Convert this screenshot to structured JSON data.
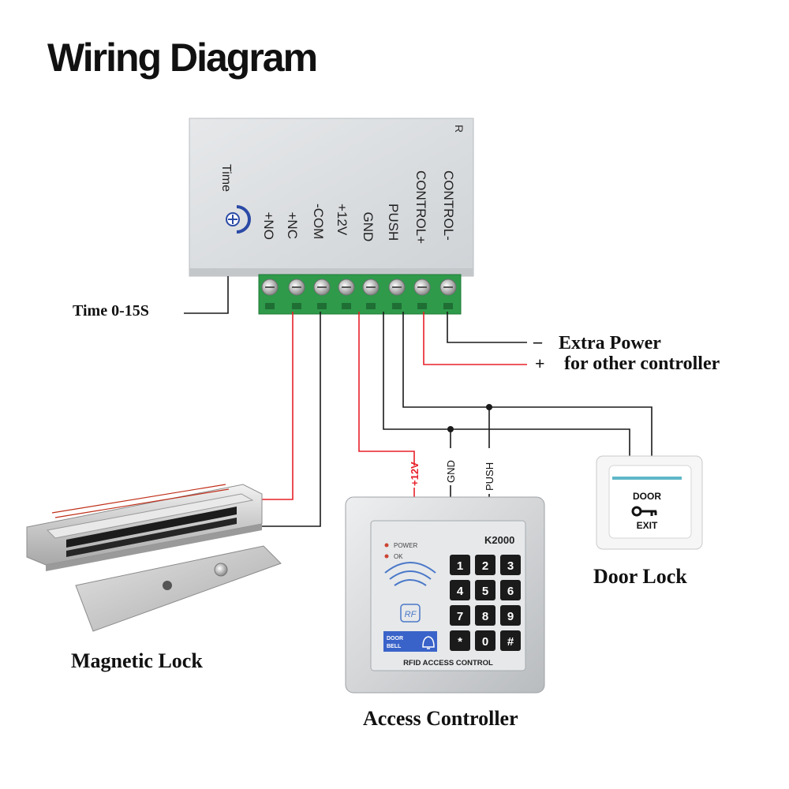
{
  "title": "Wiring Diagram",
  "power_supply": {
    "time_label": "Time",
    "terminals": [
      "+NO",
      "+NC",
      "-COM",
      "+12V",
      "GND",
      "PUSH",
      "CONTROL+",
      "CONTROL-"
    ],
    "edge_glyph": "R"
  },
  "labels": {
    "time_range": "Time  0-15S",
    "extra_power_minus": "–",
    "extra_power_plus": "+",
    "extra_power_line1": "Extra Power",
    "extra_power_line2": "for other controller",
    "wire_12v": "+12V",
    "wire_gnd": "GND",
    "wire_push": "PUSH"
  },
  "door_button": {
    "top_text": "DOOR",
    "bottom_text": "EXIT",
    "caption": "Door Lock"
  },
  "access_controller": {
    "model": "K2000",
    "power_led": "POWER",
    "ok_led": "OK",
    "rf_badge": "RF",
    "doorbell_line1": "DOOR",
    "doorbell_line2": "BELL",
    "panel_text": "RFID ACCESS CONTROL",
    "keys": [
      "1",
      "2",
      "3",
      "4",
      "5",
      "6",
      "7",
      "8",
      "9",
      "*",
      "0",
      "#"
    ],
    "caption": "Access Controller"
  },
  "magnetic_lock": {
    "caption": "Magnetic Lock"
  },
  "colors": {
    "wire_red": "#e8202a",
    "wire_black": "#1a1a1a",
    "terminal_green": "#2e9a4a",
    "box_gray": "#dfe2e4"
  }
}
